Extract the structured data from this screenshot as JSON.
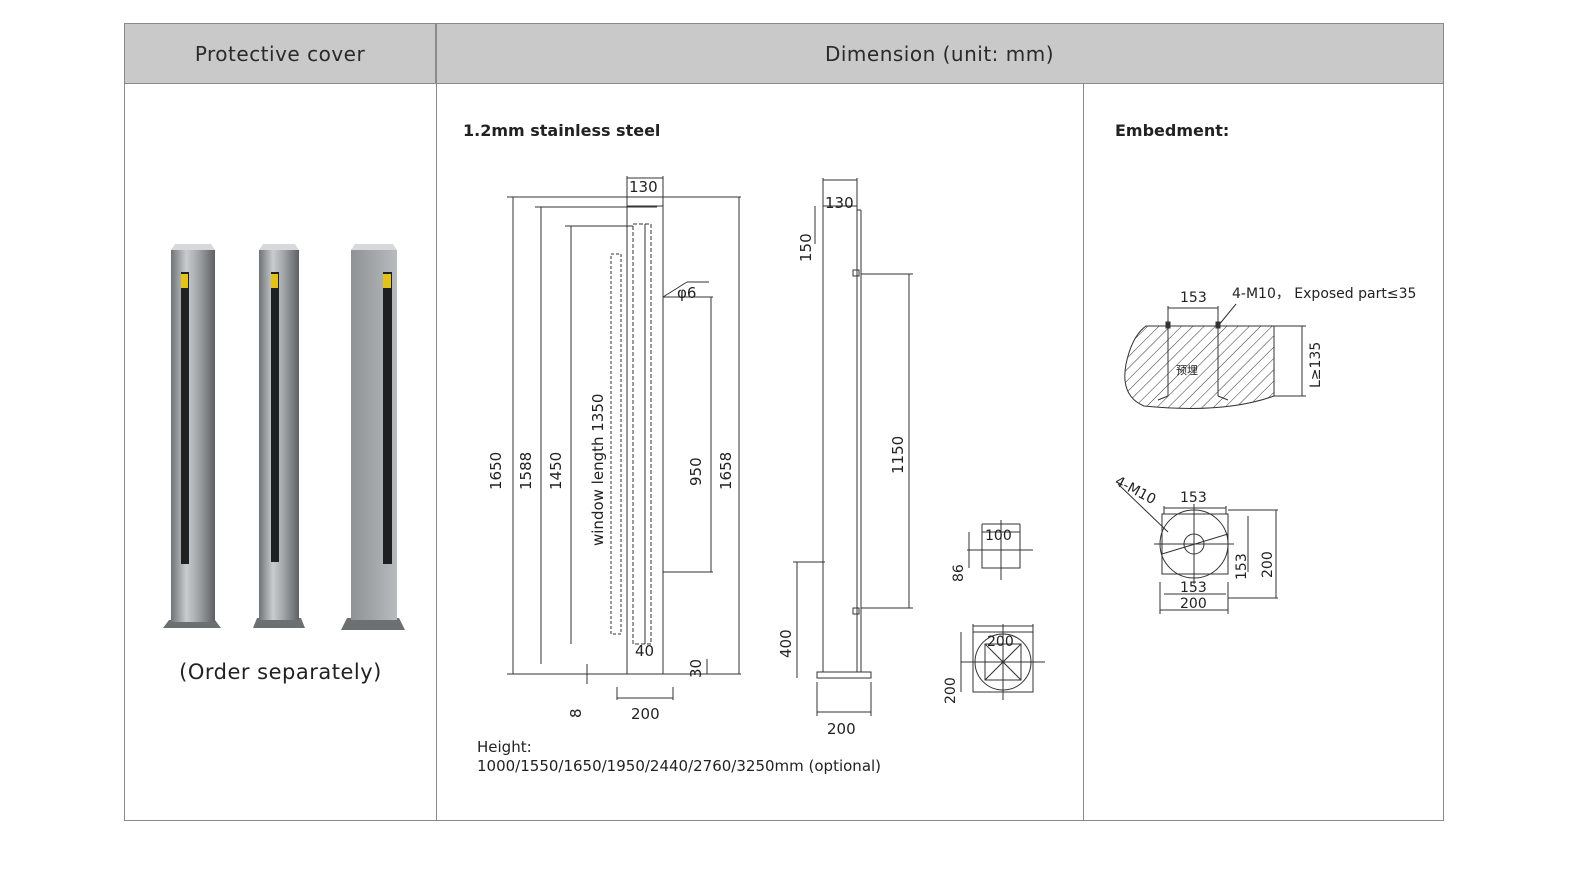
{
  "header": {
    "left": "Protective cover",
    "right": "Dimension (unit: mm)"
  },
  "left_panel": {
    "note": "(Order separately)"
  },
  "dimension_panel": {
    "material_label": "1.2mm stainless steel",
    "front_dims": {
      "top_width": "130",
      "hole": "φ6",
      "h1650": "1650",
      "h1588": "1588",
      "h1450": "1450",
      "window": "window length 1350",
      "h950": "950",
      "h1658": "1658",
      "d40": "40",
      "d30": "30",
      "d8": "8",
      "base": "200"
    },
    "side_dims": {
      "top_width": "130",
      "d150": "150",
      "d1150": "1150",
      "d400": "400",
      "base": "200"
    },
    "small_plate": {
      "w": "100",
      "h": "86"
    },
    "base_plate": {
      "w": "200",
      "h": "200"
    },
    "height_label": "Height:",
    "height_values": "1000/1550/1650/1950/2440/2760/3250mm (optional)"
  },
  "embedment_panel": {
    "label": "Embedment:",
    "top_view": {
      "d153": "153",
      "bolt_note": "4-M10， Exposed part≤35",
      "depth": "L≥135",
      "mark": "预埋"
    },
    "plan_view": {
      "bolt": "4-M10",
      "d153_top": "153",
      "d153_right": "153",
      "d200_right": "200",
      "d153_bottom": "153",
      "d200_bottom": "200"
    }
  }
}
